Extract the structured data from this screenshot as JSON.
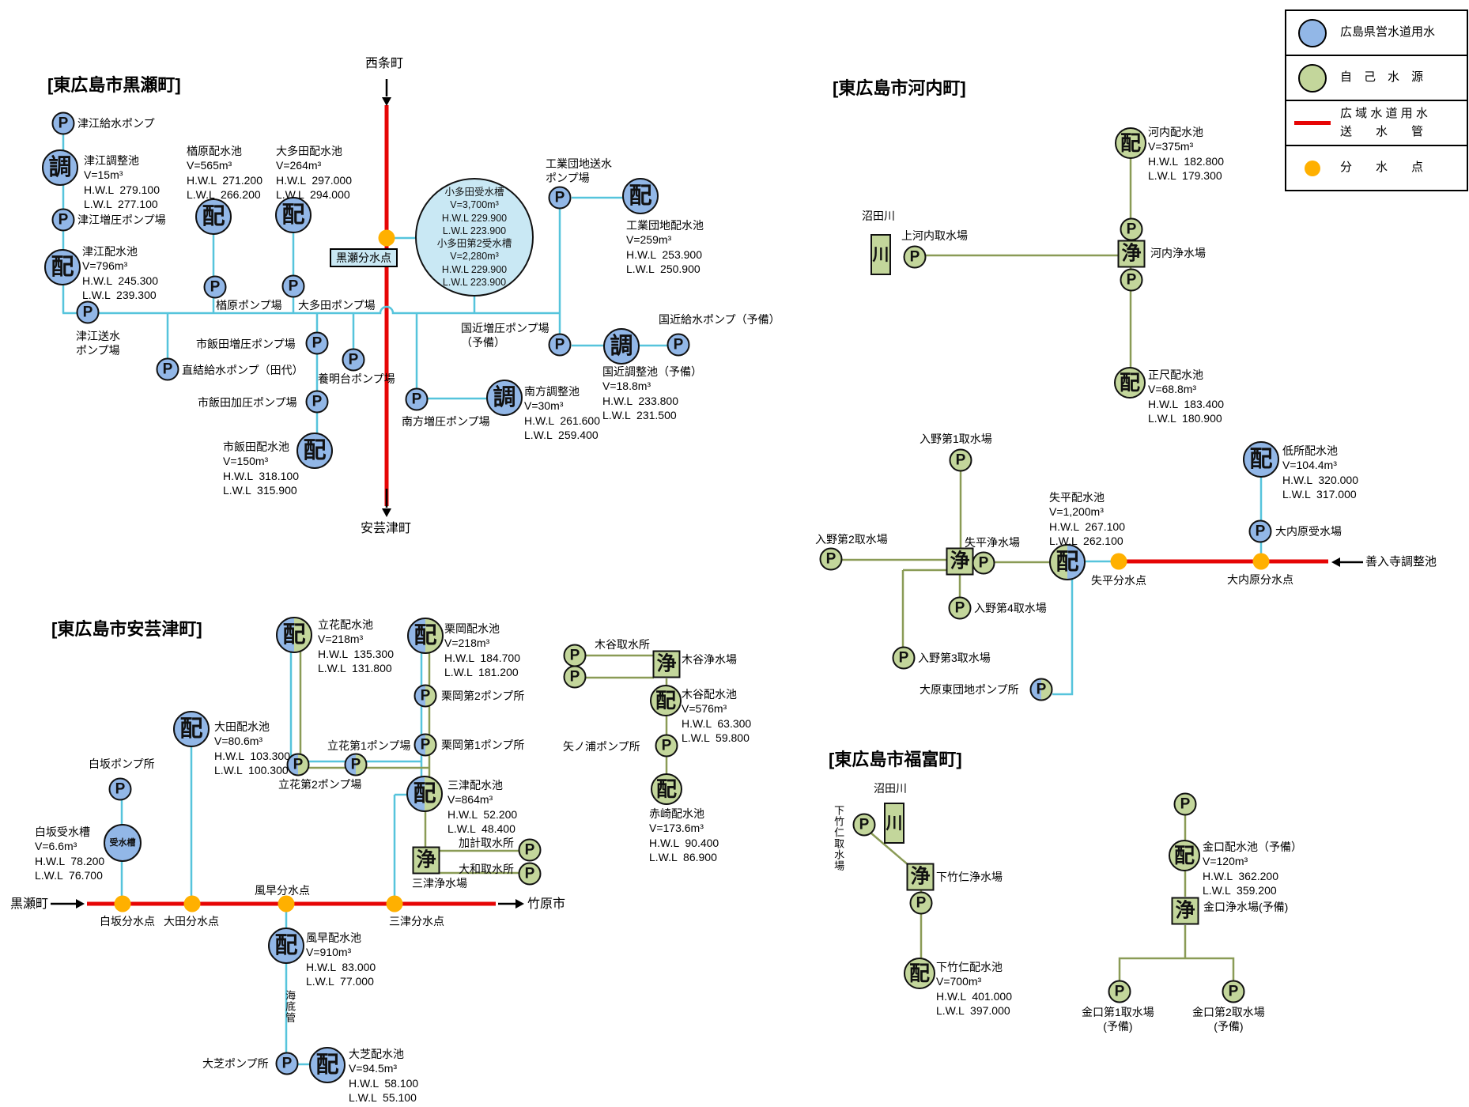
{
  "legend": {
    "items": [
      {
        "label": "広島県営水道用水"
      },
      {
        "label": "自　己　水　源"
      },
      {
        "label": "広 域 水 道 用 水",
        "label2": "送　　水　　管"
      },
      {
        "label": "分　　水　　点"
      }
    ]
  },
  "k": {
    "title": "[東広島市黒瀬町]",
    "to_saijo": "西条町",
    "to_akitsu": "安芸津町",
    "kurose_bunsui": "黒瀬分水点",
    "nodes": {
      "tsue_kyusui": {
        "glyph": "P",
        "label": "津江給水ポンプ"
      },
      "tsue_chosei": {
        "glyph": "調",
        "label": "津江調整池\nV=15m³\nH.W.L  279.100\nL.W.L  277.100"
      },
      "tsue_zoatsu": {
        "glyph": "P",
        "label": "津江増圧ポンプ場"
      },
      "tsue_hai": {
        "glyph": "配",
        "label": "津江配水池\nV=796m³\nH.W.L  245.300\nL.W.L  239.300"
      },
      "tsue_sosui": {
        "glyph": "P",
        "label": "津江送水\nポンプ場"
      },
      "narahara_hai": {
        "glyph": "配",
        "label": "楢原配水池\nV=565m³\nH.W.L  271.200\nL.W.L  266.200"
      },
      "narahara_pump": {
        "glyph": "P",
        "label": "楢原ポンプ場"
      },
      "otada_hai": {
        "glyph": "配",
        "label": "大多田配水池\nV=264m³\nH.W.L  297.000\nL.W.L  294.000"
      },
      "otada_pump": {
        "glyph": "P",
        "label": "大多田ポンプ場"
      },
      "kodata_uke": {
        "label": "小多田受水槽\nV=3,700m³\nH.W.L 229.900\nL.W.L 223.900\n小多田第2受水槽\nV=2,280m³\nH.W.L 229.900\nL.W.L 223.900"
      },
      "kogyo_sosui": {
        "glyph": "P",
        "label": "工業団地送水\nポンプ場"
      },
      "kogyo_hai": {
        "glyph": "配",
        "label": "工業団地配水池\nV=259m³\nH.W.L  253.900\nL.W.L  250.900"
      },
      "kunichika_zoatsu": {
        "glyph": "P",
        "label": "国近増圧ポンプ場\n（予備）"
      },
      "kunichika_cho": {
        "glyph": "調",
        "label": "国近調整池（予備）\nV=18.8m³\nH.W.L  233.800\nL.W.L  231.500"
      },
      "kunichika_kyusui": {
        "glyph": "P",
        "label": "国近給水ポンプ（予備）"
      },
      "shiida_zoatsu": {
        "glyph": "P",
        "label": "市飯田増圧ポンプ場"
      },
      "chokketsu": {
        "glyph": "P",
        "label": "直結給水ポンプ（田代）"
      },
      "yomeidai": {
        "glyph": "P",
        "label": "養明台ポンプ場"
      },
      "shiida_kaatsu": {
        "glyph": "P",
        "label": "市飯田加圧ポンプ場"
      },
      "shiida_hai": {
        "glyph": "配",
        "label": "市飯田配水池\nV=150m³\nH.W.L  318.100\nL.W.L  315.900"
      },
      "nanpo_zoatsu": {
        "glyph": "P",
        "label": "南方増圧ポンプ場"
      },
      "nanpo_cho": {
        "glyph": "調",
        "label": "南方調整池\nV=30m³\nH.W.L  261.600\nL.W.L  259.400"
      }
    }
  },
  "kc": {
    "title": "[東広島市河内町]",
    "numata": "沼田川",
    "shippei_bunsui": "失平分水点",
    "ouchibara_bunsui": "大内原分水点",
    "zennyuji": "善入寺調整池",
    "nodes": {
      "river": {
        "glyph": "川"
      },
      "kamigochi": {
        "glyph": "P",
        "label": "上河内取水場"
      },
      "kochi_p_up": {
        "glyph": "P"
      },
      "kochi_jo": {
        "glyph": "浄",
        "label": "河内浄水場"
      },
      "kochi_p_down": {
        "glyph": "P"
      },
      "kochi_hai": {
        "glyph": "配",
        "label": "河内配水池\nV=375m³\nH.W.L  182.800\nL.W.L  179.300"
      },
      "shoshaku_hai": {
        "glyph": "配",
        "label": "正尺配水池\nV=68.8m³\nH.W.L  183.400\nL.W.L  180.900"
      },
      "irino1": {
        "glyph": "P",
        "label": "入野第1取水場"
      },
      "irino2": {
        "glyph": "P",
        "label": "入野第2取水場"
      },
      "shippei_jo": {
        "glyph": "浄",
        "label": "失平浄水場"
      },
      "shippei_p": {
        "glyph": "P"
      },
      "shippei_hai": {
        "glyph": "配",
        "label": "失平配水池\nV=1,200m³\nH.W.L  267.100\nL.W.L  262.100"
      },
      "irino4": {
        "glyph": "P",
        "label": "入野第4取水場"
      },
      "irino3": {
        "glyph": "P",
        "label": "入野第3取水場"
      },
      "ohara": {
        "glyph": "P",
        "label": "大原東団地ポンプ所"
      },
      "teisho_hai": {
        "glyph": "配",
        "label": "低所配水池\nV=104.4m³\nH.W.L  320.000\nL.W.L  317.000"
      },
      "ouchibara_uke": {
        "glyph": "P",
        "label": "大内原受水場"
      }
    }
  },
  "a": {
    "title": "[東広島市安芸津町]",
    "kurose_in": "黒瀬町",
    "takehara": "竹原市",
    "kaiteikan": "海底管",
    "shirasaka_bunsui": "白坂分水点",
    "ota_bunsui": "大田分水点",
    "kazahaya_bunsui": "風早分水点",
    "mitsu_bunsui": "三津分水点",
    "nodes": {
      "tachibana_hai": {
        "glyph": "配",
        "label": "立花配水池\nV=218m³\nH.W.L  135.300\nL.W.L  131.800"
      },
      "kurioka_hai": {
        "glyph": "配",
        "label": "栗岡配水池\nV=218m³\nH.W.L  184.700\nL.W.L  181.200"
      },
      "kurioka2": {
        "glyph": "P",
        "label": "栗岡第2ポンプ所"
      },
      "kurioka1": {
        "glyph": "P",
        "label": "栗岡第1ポンプ所"
      },
      "tachibana1": {
        "glyph": "P",
        "label": "立花第1ポンプ場"
      },
      "tachibana2": {
        "glyph": "P",
        "label": "立花第2ポンプ場"
      },
      "mitsu_hai": {
        "glyph": "配",
        "label": "三津配水池\nV=864m³\nH.W.L  52.200\nL.W.L  48.400"
      },
      "mitsu_jo": {
        "glyph": "浄",
        "label": "三津浄水場"
      },
      "kake": {
        "glyph": "P",
        "label": "加計取水所"
      },
      "yamato": {
        "glyph": "P",
        "label": "大和取水所"
      },
      "shirasaka_pump": {
        "glyph": "P",
        "label": "白坂ポンプ所"
      },
      "shirasaka_uke": {
        "glyph": "受水槽",
        "label": "白坂受水槽\nV=6.6m³\nH.W.L  78.200\nL.W.L  76.700"
      },
      "ota_hai": {
        "glyph": "配",
        "label": "大田配水池\nV=80.6m³\nH.W.L  103.300\nL.W.L  100.300"
      },
      "kazahaya_hai": {
        "glyph": "配",
        "label": "風早配水池\nV=910m³\nH.W.L  83.000\nL.W.L  77.000"
      },
      "oshiba_pump": {
        "glyph": "P",
        "label": "大芝ポンプ所"
      },
      "oshiba_hai": {
        "glyph": "配",
        "label": "大芝配水池\nV=94.5m³\nH.W.L  58.100\nL.W.L  55.100"
      },
      "kitani_p1": {
        "glyph": "P",
        "label": "木谷取水所"
      },
      "kitani_p2": {
        "glyph": "P"
      },
      "kitani_jo": {
        "glyph": "浄",
        "label": "木谷浄水場"
      },
      "kitani_hai": {
        "glyph": "配",
        "label": "木谷配水池\nV=576m³\nH.W.L  63.300\nL.W.L  59.800"
      },
      "yanoura": {
        "glyph": "P",
        "label": "矢ノ浦ポンプ所"
      },
      "akasaki_hai": {
        "glyph": "配",
        "label": "赤崎配水池\nV=173.6m³\nH.W.L  90.400\nL.W.L  86.900"
      }
    }
  },
  "f": {
    "title": "[東広島市福富町]",
    "numata": "沼田川",
    "nodes": {
      "river": {
        "glyph": "川"
      },
      "shimotakeni_p": {
        "glyph": "P",
        "label": "下竹仁取水場"
      },
      "shimotakeni_jo": {
        "glyph": "浄",
        "label": "下竹仁浄水場"
      },
      "shimotakeni_p2": {
        "glyph": "P"
      },
      "shimotakeni_hai": {
        "glyph": "配",
        "label": "下竹仁配水池\nV=700m³\nH.W.L  401.000\nL.W.L  397.000"
      },
      "kanaguchi_p_top": {
        "glyph": "P"
      },
      "kanaguchi_hai": {
        "glyph": "配",
        "label": "金口配水池（予備）\nV=120m³\nH.W.L  362.200\nL.W.L  359.200"
      },
      "kanaguchi_jo": {
        "glyph": "浄",
        "label": "金口浄水場(予備)"
      },
      "kanaguchi1": {
        "glyph": "P",
        "label": "金口第1取水場\n(予備)"
      },
      "kanaguchi2": {
        "glyph": "P",
        "label": "金口第2取水場\n(予備)"
      }
    }
  }
}
